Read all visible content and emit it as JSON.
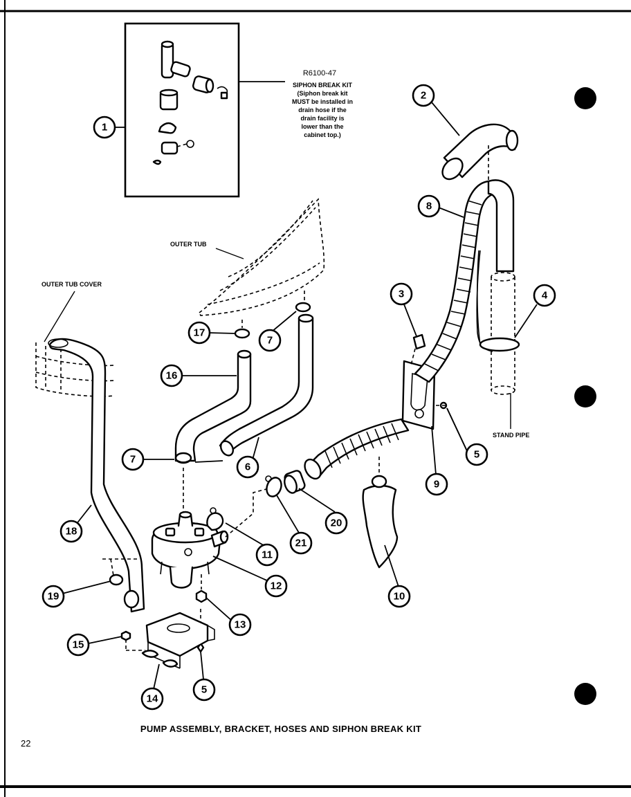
{
  "title": "PUMP ASSEMBLY, BRACKET, HOSES AND SIPHON BREAK KIT",
  "page_number": "22",
  "kit": {
    "part_number": "R6100-47",
    "note_lines": [
      "SIPHON BREAK KIT",
      "(Siphon break kit",
      "MUST be installed in",
      "drain hose if the",
      "drain facility is",
      "lower than the",
      "cabinet top.)"
    ]
  },
  "labels": {
    "outer_tub": "OUTER TUB",
    "outer_tub_cover": "OUTER TUB COVER",
    "stand_pipe": "STAND PIPE"
  },
  "callouts": {
    "c1": "1",
    "c2": "2",
    "c3": "3",
    "c4": "4",
    "c5a": "5",
    "c5b": "5",
    "c6": "6",
    "c7a": "7",
    "c7b": "7",
    "c8": "8",
    "c9": "9",
    "c10": "10",
    "c11": "11",
    "c12": "12",
    "c13": "13",
    "c14": "14",
    "c15": "15",
    "c16": "16",
    "c17": "17",
    "c18": "18",
    "c19": "19",
    "c20": "20",
    "c21": "21"
  }
}
